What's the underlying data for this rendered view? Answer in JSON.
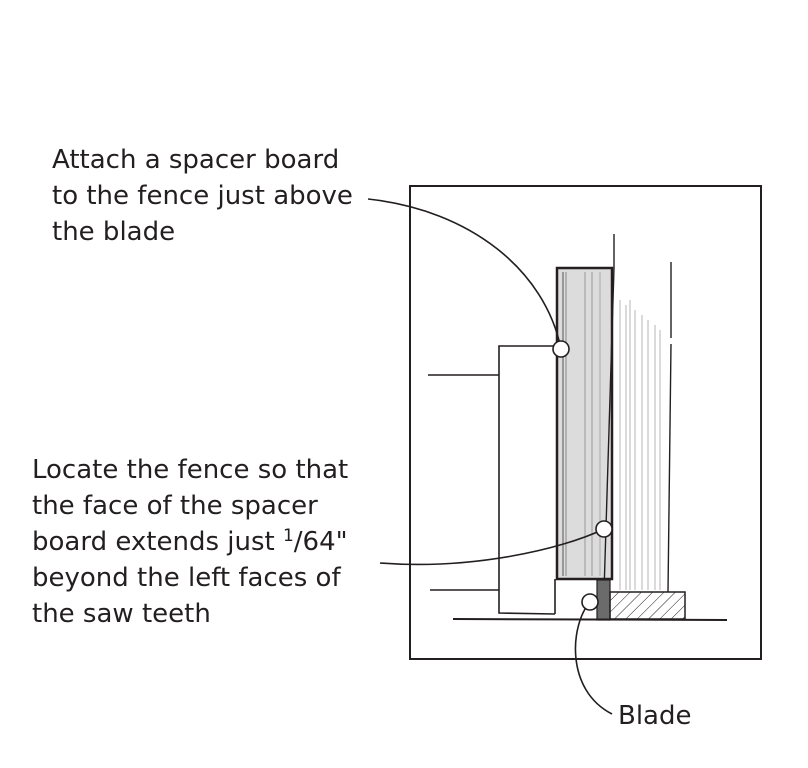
{
  "callouts": {
    "spacer": {
      "lines": [
        "Attach a spacer board",
        "to the fence just above",
        "the blade"
      ]
    },
    "fence": {
      "lines": [
        "Locate the fence so that",
        "the face of the spacer",
        "board extends just "
      ],
      "fraction_num": "1",
      "fraction_den": "/64\"",
      "lines_after": [
        "beyond the left faces of",
        "the saw teeth"
      ]
    },
    "blade": {
      "label": "Blade"
    }
  },
  "colors": {
    "ink": "#231f20",
    "spacer_fill": "#dcdcdc",
    "blade_fill": "#6b6b6b"
  }
}
